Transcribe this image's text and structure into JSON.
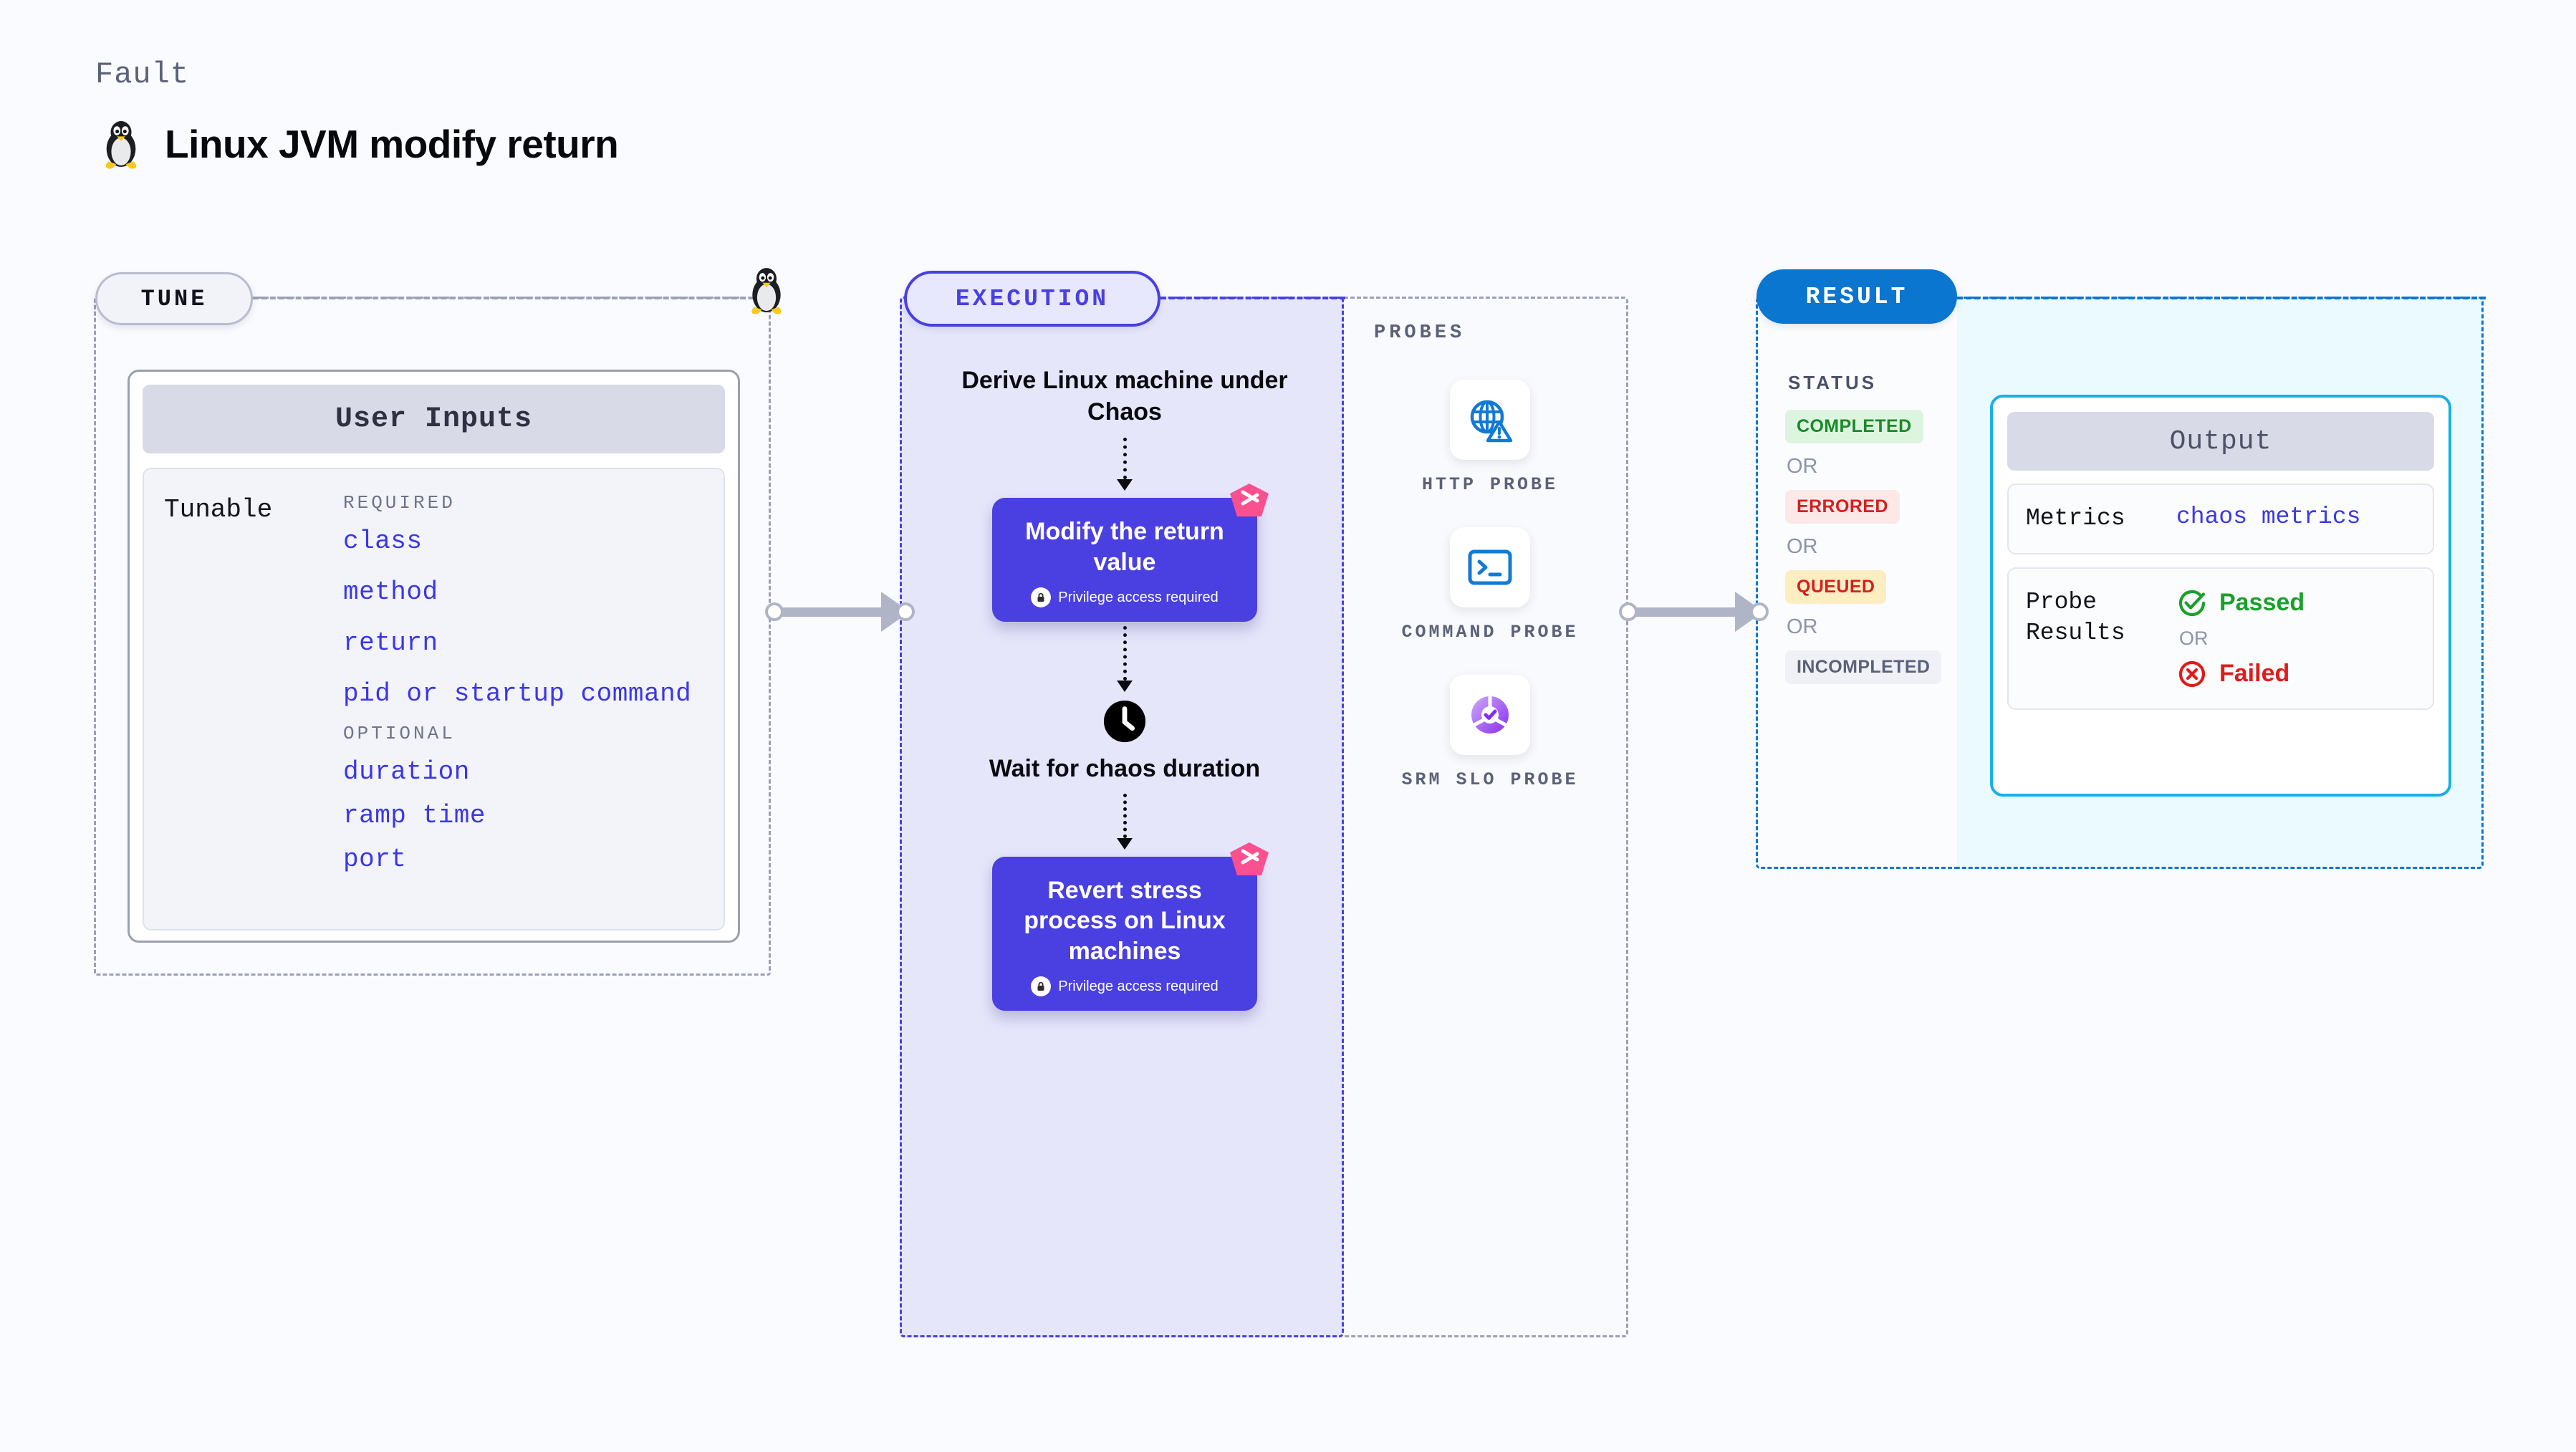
{
  "header": {
    "kicker": "Fault",
    "title": "Linux JVM modify return",
    "icon": "tux-penguin-icon"
  },
  "tune": {
    "pill_label": "TUNE",
    "card": {
      "header": "User Inputs",
      "row_label": "Tunable",
      "groups": [
        {
          "heading": "REQUIRED",
          "items": [
            "class",
            "method",
            "return",
            "pid or startup command"
          ]
        },
        {
          "heading": "OPTIONAL",
          "items": [
            "duration",
            "ramp time",
            "port"
          ]
        }
      ]
    }
  },
  "execution": {
    "pill_label": "EXECUTION",
    "steps": [
      {
        "type": "text",
        "label": "Derive Linux machine under Chaos"
      },
      {
        "type": "task",
        "label": "Modify the return value",
        "note": "Privilege access required",
        "badge": "harness-chaos-mark"
      },
      {
        "type": "wait",
        "label": "Wait for chaos duration",
        "icon": "clock-icon"
      },
      {
        "type": "task",
        "label": "Revert stress process on Linux machines",
        "note": "Privilege access required",
        "badge": "harness-chaos-mark"
      }
    ]
  },
  "probes": {
    "heading": "PROBES",
    "items": [
      {
        "label": "HTTP PROBE",
        "icon": "globe-warning-icon"
      },
      {
        "label": "COMMAND PROBE",
        "icon": "terminal-icon"
      },
      {
        "label": "SRM SLO PROBE",
        "icon": "slo-donut-icon"
      }
    ]
  },
  "result": {
    "pill_label": "RESULT",
    "status_heading": "STATUS",
    "or_label": "OR",
    "statuses": [
      {
        "label": "COMPLETED",
        "bg": "#ddf5df",
        "fg": "#1a8a2a"
      },
      {
        "label": "ERRORED",
        "bg": "#fde8e8",
        "fg": "#d51f1f"
      },
      {
        "label": "QUEUED",
        "bg": "#fdeec2",
        "fg": "#d51f1f"
      },
      {
        "label": "INCOMPLETED",
        "bg": "#eff1f7",
        "fg": "#5b6178"
      }
    ]
  },
  "output": {
    "header": "Output",
    "metrics_key": "Metrics",
    "metrics_value": "chaos metrics",
    "probe_results_key": "Probe Results",
    "or_label": "OR",
    "passed_label": "Passed",
    "failed_label": "Failed",
    "passed_color": "#1aa02a",
    "failed_color": "#e01b1b"
  },
  "colors": {
    "page_bg": "#fafbff",
    "execution_bg": "#e6e6fb",
    "execution_accent": "#4a3fe0",
    "result_accent": "#0b76d0",
    "output_bg": "#eafaff",
    "output_border": "#16b1e8",
    "mono_blue": "#3c36e8",
    "connector": "#b0b4c7"
  }
}
